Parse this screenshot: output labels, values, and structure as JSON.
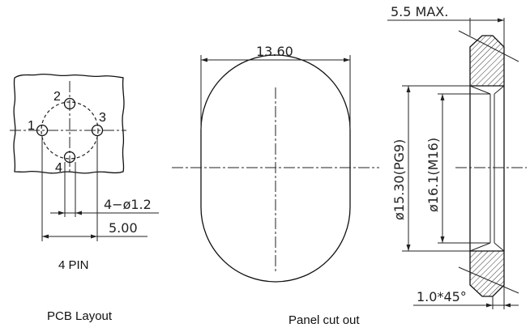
{
  "pcb": {
    "pins": [
      "1",
      "2",
      "3",
      "4"
    ],
    "hole_dim": "4−ø1.2",
    "pitch_dim": "5.00",
    "pin_count": "4 PIN",
    "caption": "PCB Layout"
  },
  "panel": {
    "width_dim": "13.60",
    "caption": "Panel cut out"
  },
  "side": {
    "max_dim": "5.5  MAX.",
    "dia1": "ø15.30(PG9)",
    "dia2": "ø16.1(M16)",
    "chamfer": "1.0*45°"
  }
}
